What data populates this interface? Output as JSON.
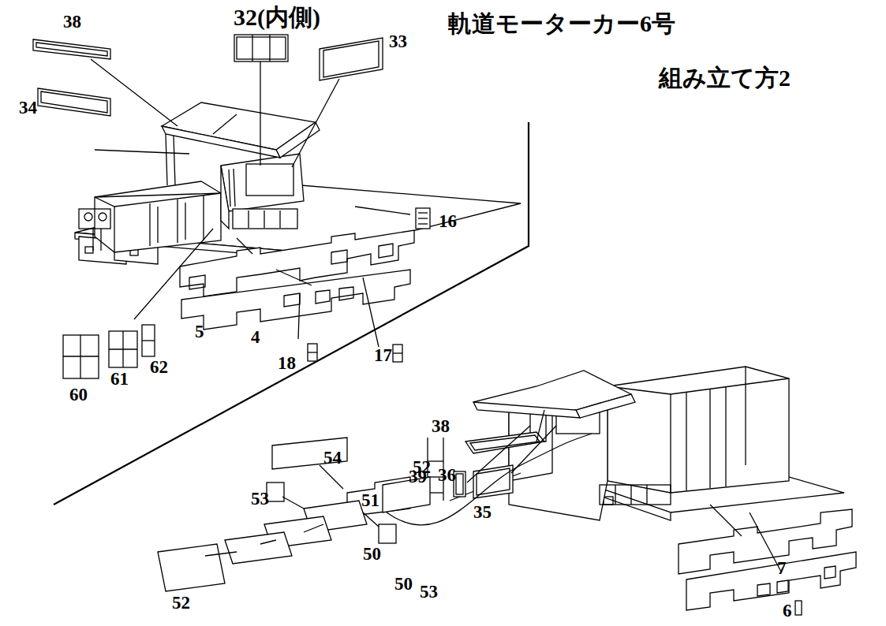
{
  "diagram": {
    "title": "軌道モーターカー6号",
    "labels": [
      "38",
      "32(内側)",
      "33",
      "34",
      "16",
      "5",
      "4",
      "18",
      "17",
      "60",
      "61",
      "62",
      "38",
      "39",
      "36",
      "35",
      "54",
      "51",
      "52",
      "53",
      "50",
      "50",
      "52",
      "53",
      "7",
      "6",
      "組み立て方2"
    ]
  }
}
